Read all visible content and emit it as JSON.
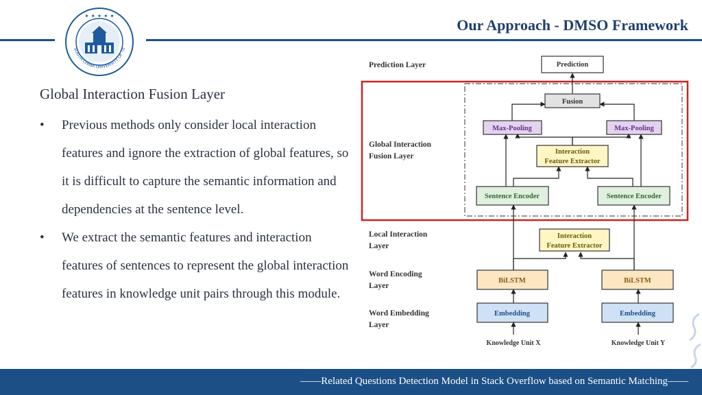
{
  "header": {
    "title": "Our Approach - DMSO Framework",
    "logo_text": "SOUTH CHINA UNIVERSITY OF TECHNOLOGY"
  },
  "content": {
    "section_title": "Global Interaction Fusion Layer",
    "bullets": [
      "Previous methods only consider local interaction features and ignore the extraction of global features, so it is difficult to capture the semantic information and dependencies at the sentence level.",
      "We extract the semantic features and interaction features of sentences to represent the global interaction features in knowledge unit pairs through this module."
    ]
  },
  "diagram": {
    "layers": {
      "prediction": "Prediction Layer",
      "global_1": "Global Interaction",
      "global_2": "Fusion Layer",
      "local_1": "Local Interaction",
      "local_2": "Layer",
      "word_enc_1": "Word Encoding",
      "word_enc_2": "Layer",
      "word_emb_1": "Word Embedding",
      "word_emb_2": "Layer"
    },
    "boxes": {
      "prediction": "Prediction",
      "fusion": "Fusion",
      "maxpool_left": "Max-Pooling",
      "maxpool_right": "Max-Pooling",
      "gife_1": "Interaction",
      "gife_2": "Feature Extractor",
      "senc_left": "Sentence Encoder",
      "senc_right": "Sentence Encoder",
      "life_1": "Interaction",
      "life_2": "Feature Extractor",
      "bilstm_left": "BiLSTM",
      "bilstm_right": "BiLSTM",
      "emb_left": "Embedding",
      "emb_right": "Embedding"
    },
    "inputs": {
      "left": "Knowledge Unit X",
      "right": "Knowledge Unit Y"
    },
    "colors": {
      "highlight": "#cc2222",
      "maxpool": "#e3d3ef",
      "extractor": "#fff6c4",
      "encoder": "#dff0de",
      "bilstm": "#fde6c2",
      "embedding": "#cfe1f5",
      "fusion": "#e2e2e2"
    }
  },
  "footer": {
    "text": "——Related Questions Detection Model in Stack Overflow based on Semantic Matching——"
  }
}
